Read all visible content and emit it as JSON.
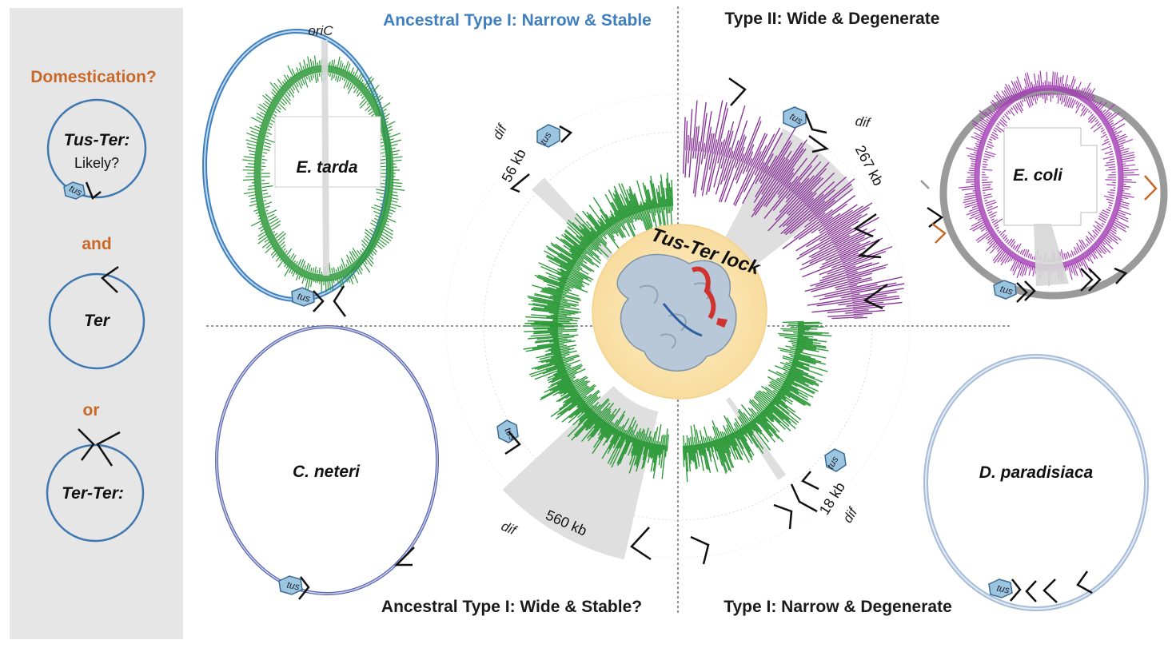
{
  "left_panel": {
    "heading": "Domestication?",
    "tus_ter_label_1": "Tus-Ter:",
    "tus_ter_label_2": "Likely?",
    "and_label": "and",
    "ter_label": "Ter",
    "or_label": "or",
    "ter_ter_label": "Ter-Ter:",
    "tus": "tus"
  },
  "headings": {
    "top_left": "Ancestral  Type I: Narrow & Stable",
    "top_right": "Type II: Wide & Degenerate",
    "bottom_left": "Ancestral  Type I: Wide & Stable?",
    "bottom_right": "Type I: Narrow & Degenerate"
  },
  "genomes": {
    "e_tarda": {
      "name": "E. tarda",
      "origin": "oriC",
      "tus": "tus"
    },
    "e_coli": {
      "name": "E. coli",
      "tus": "tus"
    },
    "c_neteri": {
      "name": "C. neteri",
      "tus": "tus"
    },
    "d_paradisiaca": {
      "name": "D. paradisiaca",
      "tus": "tus"
    }
  },
  "center": {
    "title": "Tus-Ter lock",
    "tus": "tus",
    "dif": "dif",
    "q_top_left_size": "56 kb",
    "q_top_right_size": "267 kb",
    "q_bottom_left_size": "560 kb",
    "q_bottom_right_size": "18 kb"
  },
  "colors": {
    "type_i_green": "#2e9a3a",
    "type_ii_purple": "#8a3a9a",
    "e_coli_magenta": "#a33cb4",
    "heading_blue": "#3f7fbf",
    "question_orange": "#c8692a",
    "ring_blue": "#3f7fbf",
    "lock_background": "#fbe6b4"
  }
}
